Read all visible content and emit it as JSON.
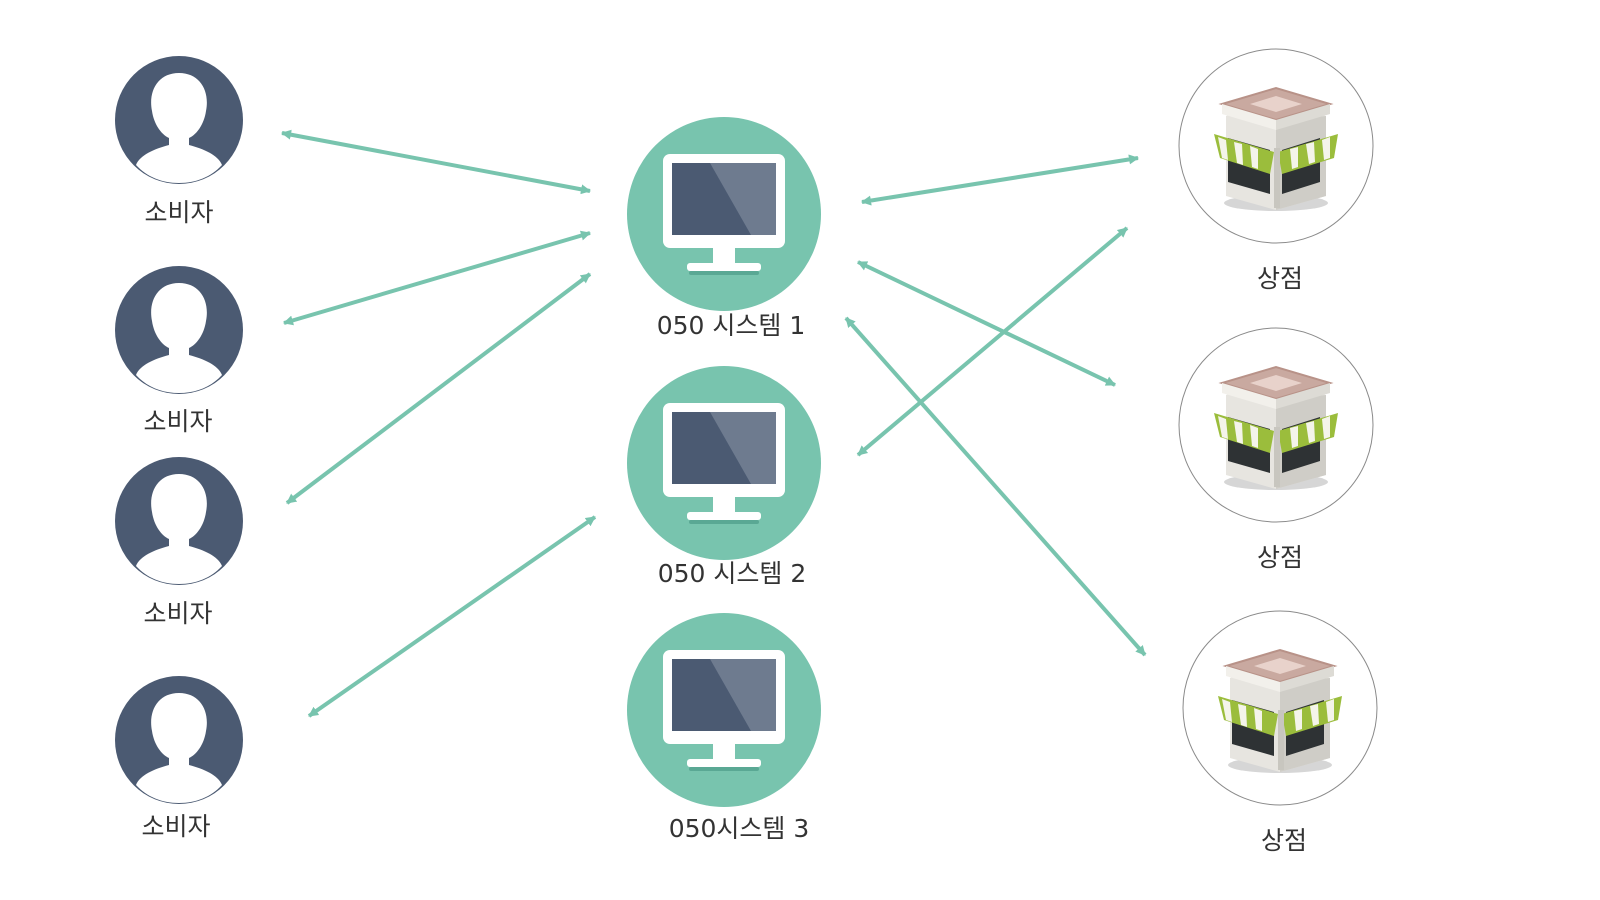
{
  "consumers": [
    {
      "label": "소비자",
      "icon": "person-icon"
    },
    {
      "label": "소비자",
      "icon": "person-icon"
    },
    {
      "label": "소비자",
      "icon": "person-icon"
    },
    {
      "label": "소비자",
      "icon": "person-icon"
    }
  ],
  "systems": [
    {
      "label": "050 시스템 1",
      "icon": "monitor-icon"
    },
    {
      "label": "050 시스템 2",
      "icon": "monitor-icon"
    },
    {
      "label": "050시스템 3",
      "icon": "monitor-icon"
    }
  ],
  "stores": [
    {
      "label": "상점",
      "icon": "storefront-icon"
    },
    {
      "label": "상점",
      "icon": "storefront-icon"
    },
    {
      "label": "상점",
      "icon": "storefront-icon"
    }
  ],
  "colors": {
    "person": "#4b5a72",
    "system_circle": "#78c4ae",
    "monitor_screen": "#4b5a72",
    "connector": "#78c4ae",
    "awning": "#9bbd3c"
  }
}
